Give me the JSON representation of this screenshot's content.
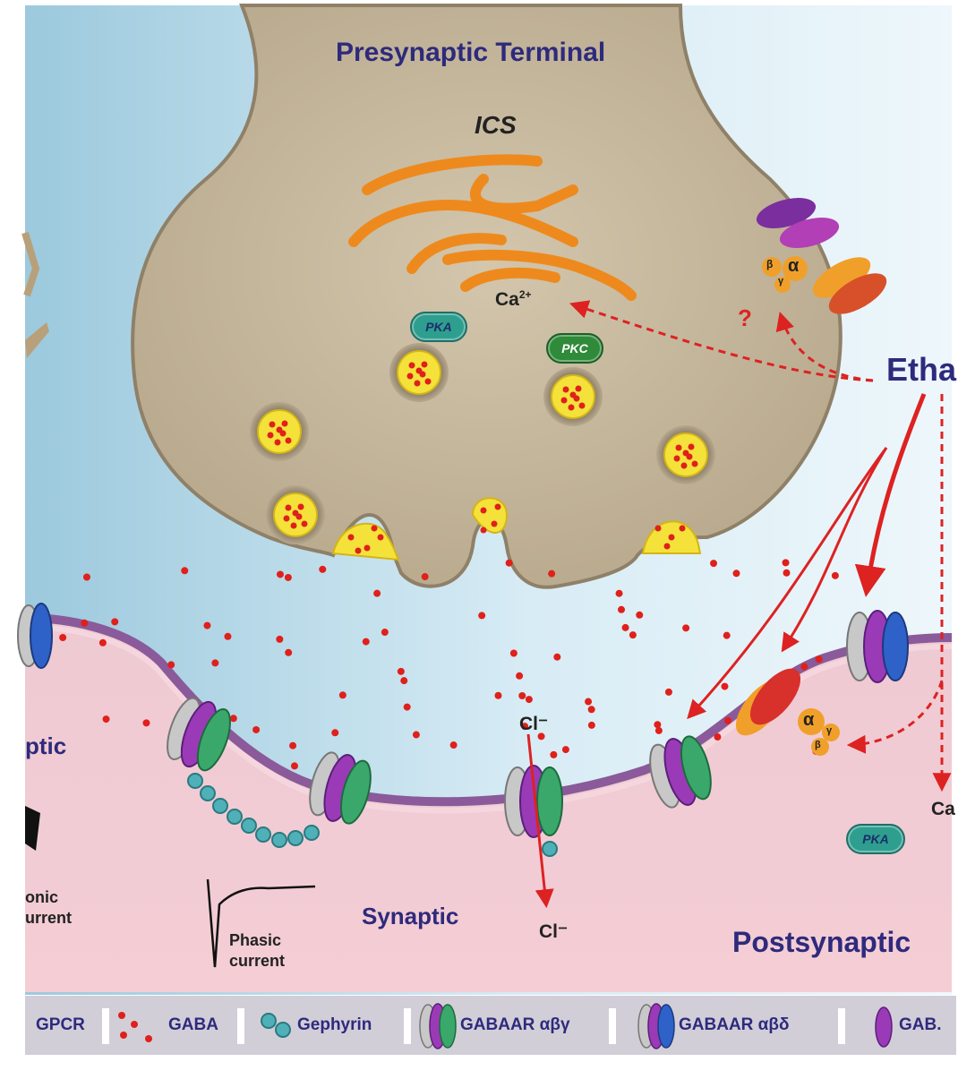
{
  "labels": {
    "presynaptic": "Presynaptic Terminal",
    "ics": "ICS",
    "ca_pre": "Ca",
    "ca_pre_sup": "2+",
    "pka_pre": "PKA",
    "pkc": "PKC",
    "question": "?",
    "ethanol": "Etha",
    "cl_top": "Cl⁻",
    "cl_bottom": "Cl⁻",
    "ptic": "ptic",
    "ca_post": "Ca",
    "pka_post": "PKA",
    "onic": "onic",
    "urrent": "urrent",
    "phasic": "Phasic",
    "phasic_current": "current",
    "synaptic": "Synaptic",
    "postsynaptic": "Postsynaptic",
    "alpha_pre": "α",
    "beta_pre": "β",
    "gamma_pre": "γ",
    "alpha_post": "α",
    "beta_post": "β",
    "gamma_post": "γ"
  },
  "legend": {
    "items": [
      "GPCR",
      "GABA",
      "Gephyrin",
      "GABAAR αβγ",
      "GABAAR αβδ",
      "GAB."
    ]
  },
  "colors": {
    "terminal": "#c4b59a",
    "er": "#f08a1c",
    "gaba_dot": "#e0201b",
    "vesicle": "#f4e23a",
    "membrane": "#e3b2bf",
    "title": "#2e2a7c",
    "arrow": "#dd2222"
  }
}
